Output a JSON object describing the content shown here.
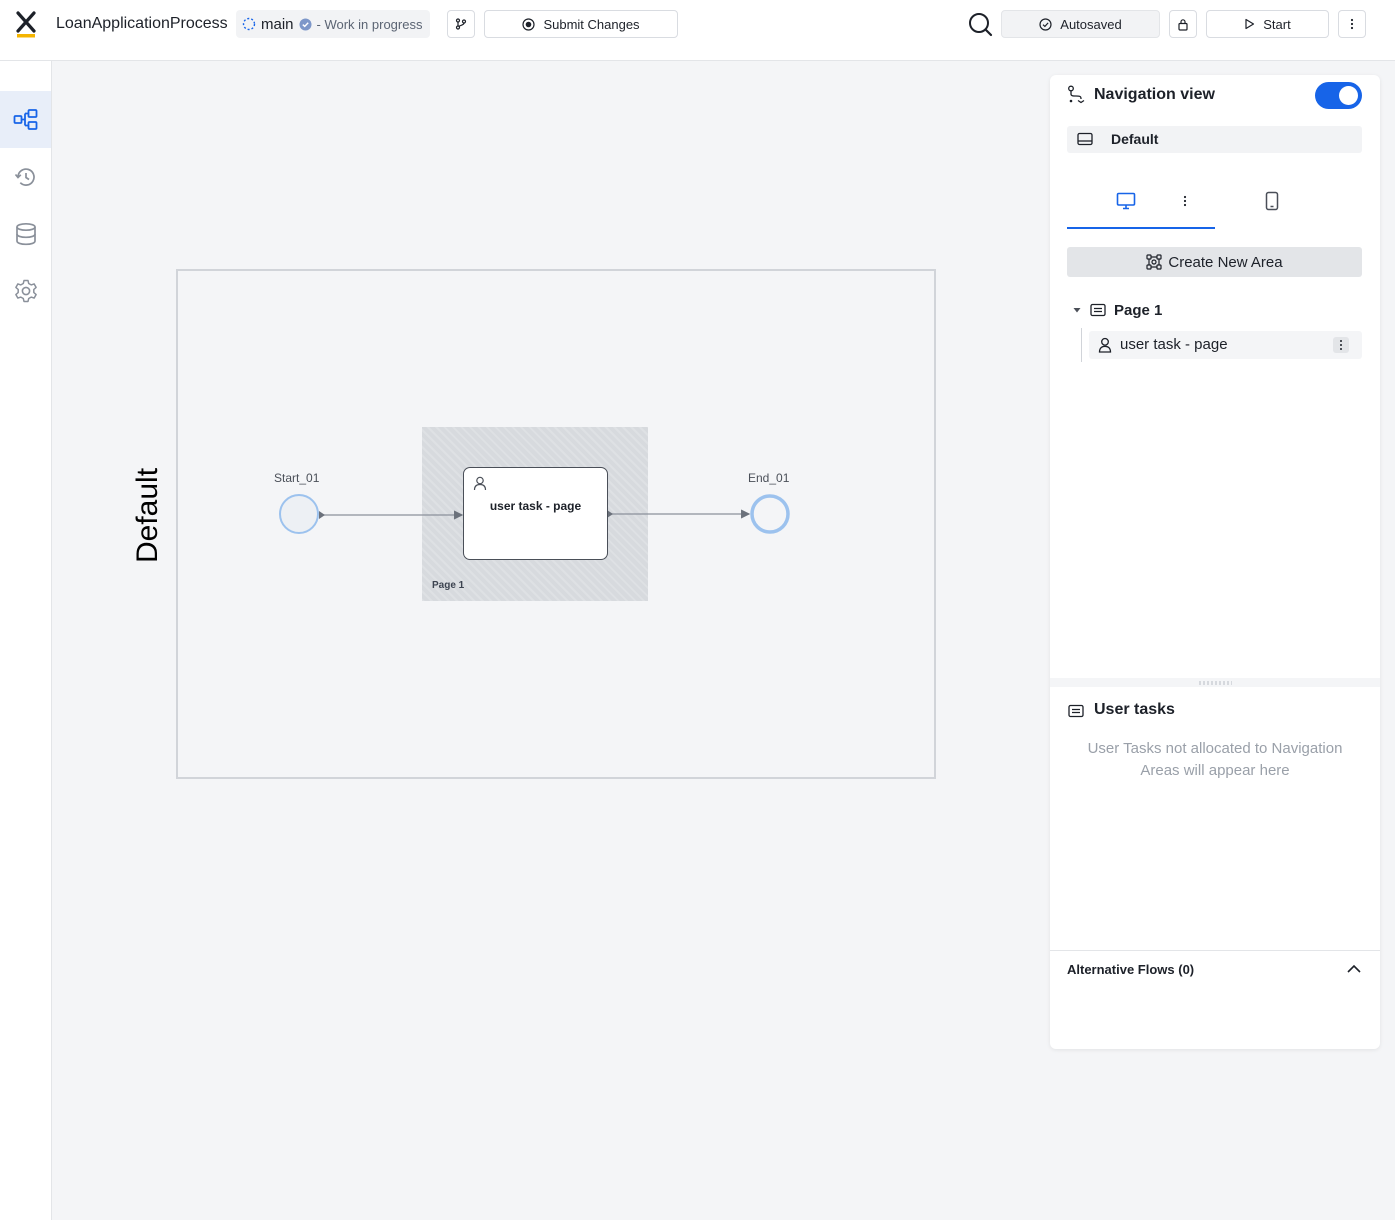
{
  "header": {
    "app_title": "LoanApplicationProcess",
    "branch_name": "main",
    "branch_status": "- Work in progress",
    "submit_label": "Submit Changes",
    "autosaved_label": "Autosaved",
    "start_label": "Start"
  },
  "sidebar": {
    "items": [
      {
        "icon": "process-flow-icon",
        "active": true
      },
      {
        "icon": "history-icon",
        "active": false
      },
      {
        "icon": "database-icon",
        "active": false
      },
      {
        "icon": "settings-gear-icon",
        "active": false
      }
    ]
  },
  "canvas": {
    "pool_label": "Default",
    "start_event_label": "Start_01",
    "end_event_label": "End_01",
    "task_label": "user task - page",
    "area_label": "Page 1"
  },
  "nav_panel": {
    "title": "Navigation view",
    "toggle_on": true,
    "default_label": "Default",
    "create_area_label": "Create New Area",
    "tree": {
      "page_label": "Page 1",
      "children": [
        {
          "label": "user task - page"
        }
      ]
    }
  },
  "user_tasks": {
    "title": "User tasks",
    "empty_message": "User Tasks not allocated to Navigation Areas will appear here"
  },
  "alt_flows": {
    "title": "Alternative Flows (0)"
  },
  "colors": {
    "accent": "#1764e8",
    "event_stroke": "#9cc2ee",
    "area_fill": "#d7dade"
  }
}
